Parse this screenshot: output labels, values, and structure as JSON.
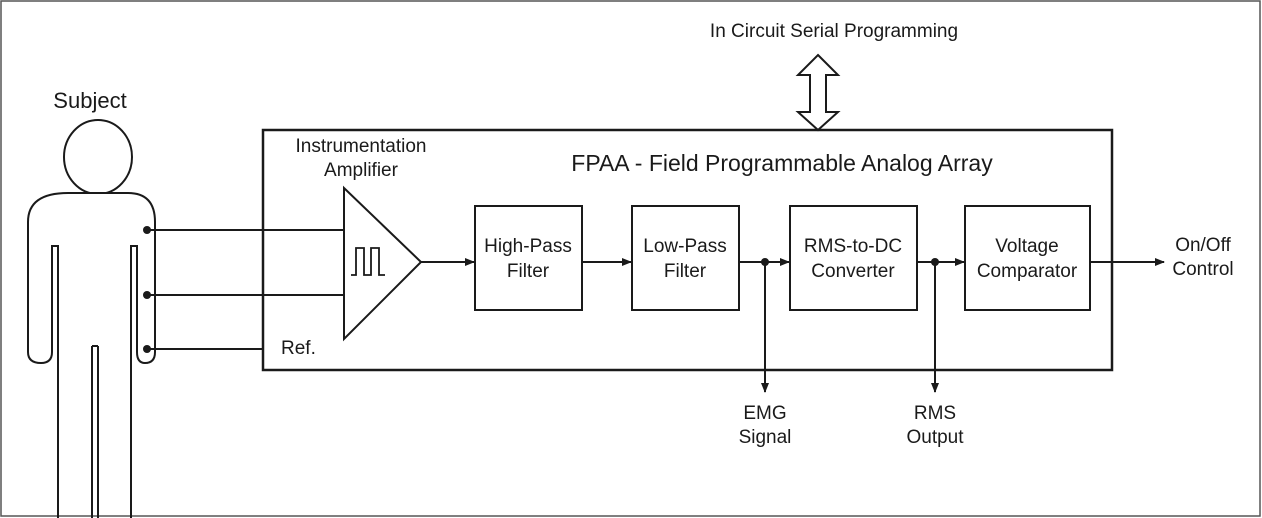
{
  "programming": {
    "label": "In Circuit Serial Programming"
  },
  "subject": {
    "label": "Subject"
  },
  "fpaa": {
    "title": "FPAA - Field Programmable Analog Array"
  },
  "amplifier": {
    "label_line1": "Instrumentation",
    "label_line2": "Amplifier",
    "ref_label": "Ref."
  },
  "blocks": {
    "high_pass": {
      "line1": "High-Pass",
      "line2": "Filter"
    },
    "low_pass": {
      "line1": "Low-Pass",
      "line2": "Filter"
    },
    "rms_dc": {
      "line1": "RMS-to-DC",
      "line2": "Converter"
    },
    "comparator": {
      "line1": "Voltage",
      "line2": "Comparator"
    }
  },
  "outputs": {
    "emg": {
      "line1": "EMG",
      "line2": "Signal"
    },
    "rms": {
      "line1": "RMS",
      "line2": "Output"
    },
    "control": {
      "line1": "On/Off",
      "line2": "Control"
    }
  }
}
